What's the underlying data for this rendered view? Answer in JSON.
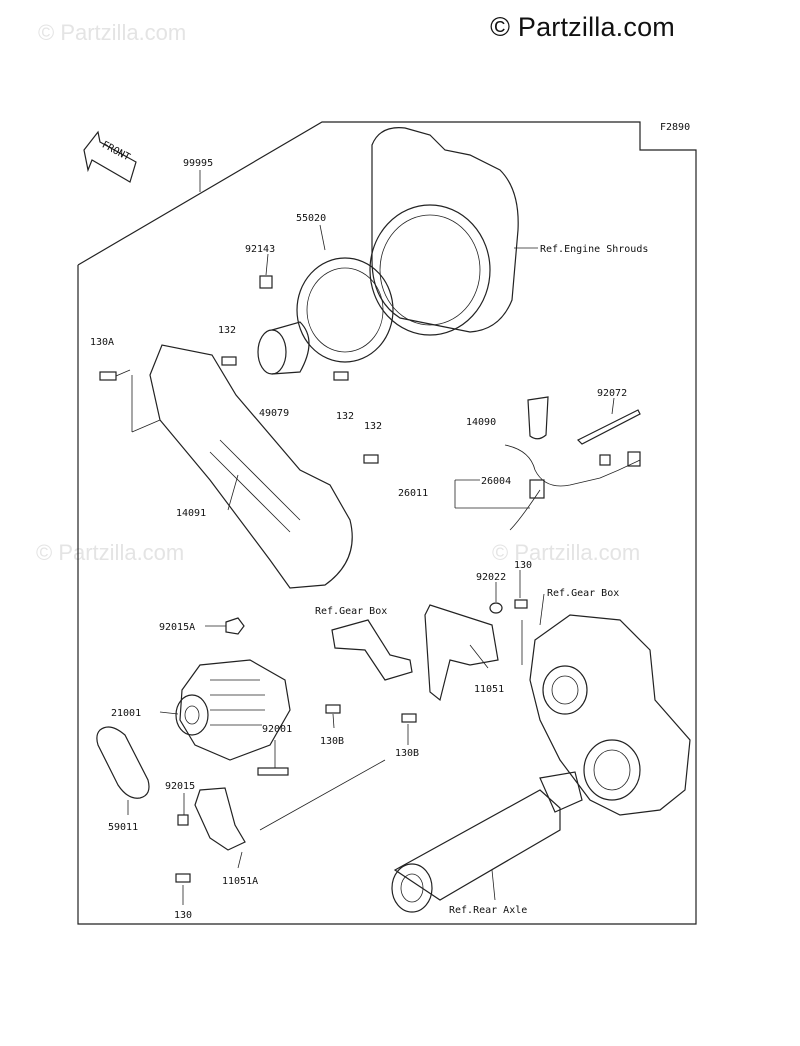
{
  "brand": "© Partzilla.com",
  "watermark": "© Partzilla.com",
  "figure_code": "F2890",
  "front_label": "FRONT",
  "labels": {
    "p99995": "99995",
    "p55020": "55020",
    "p92143": "92143",
    "ref_engine": "Ref.Engine Shrouds",
    "p130A": "130A",
    "p132a": "132",
    "p49079": "49079",
    "p132b": "132",
    "p132c": "132",
    "p92072": "92072",
    "p14090": "14090",
    "p26004": "26004",
    "p26011": "26011",
    "p14091": "14091",
    "p92022": "92022",
    "p130": "130",
    "ref_gear1": "Ref.Gear Box",
    "ref_gear2": "Ref.Gear Box",
    "p92015A": "92015A",
    "p11051": "11051",
    "p21001": "21001",
    "p92001": "92001",
    "p130B1": "130B",
    "p130B2": "130B",
    "p92015": "92015",
    "p59011": "59011",
    "p11051A": "11051A",
    "p130b": "130",
    "ref_axle": "Ref.Rear Axle"
  }
}
